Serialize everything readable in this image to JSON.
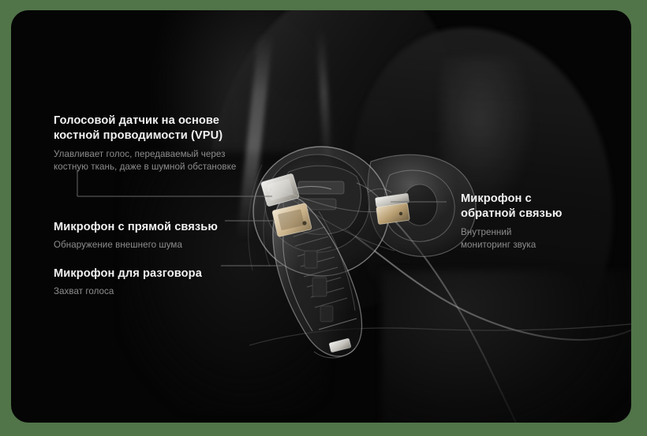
{
  "page": {
    "background_color": "#517449",
    "card_color": "#050505",
    "heading_color": "#f2f2f2",
    "subtext_color": "#8d8d8d",
    "connector_color": "#6a6a6a"
  },
  "product": {
    "name": "transparent-earbud-xray-diagram",
    "components": [
      {
        "id": "feedforward-mic-module",
        "label": "feed-forward microphone module"
      },
      {
        "id": "talk-mic-module",
        "label": "talk microphone module"
      },
      {
        "id": "feedback-mic-module",
        "label": "feedback microphone module"
      },
      {
        "id": "stem-mic-module",
        "label": "stem microphone module"
      }
    ]
  },
  "callouts": [
    {
      "id": "vpu",
      "title": "Голосовой датчик на основе\nкостной проводимости (VPU)",
      "subtitle": "Улавливает голос, передаваемый через\nкостную ткань, даже в шумной обстановке"
    },
    {
      "id": "feedforward",
      "title": "Микрофон с прямой связью",
      "subtitle": "Обнаружение внешнего шума"
    },
    {
      "id": "talk",
      "title": "Микрофон для разговора",
      "subtitle": "Захват голоса"
    },
    {
      "id": "feedback",
      "title": "Микрофон с\nобратной связью",
      "subtitle": "Внутренний\nмониторинг звука"
    }
  ]
}
